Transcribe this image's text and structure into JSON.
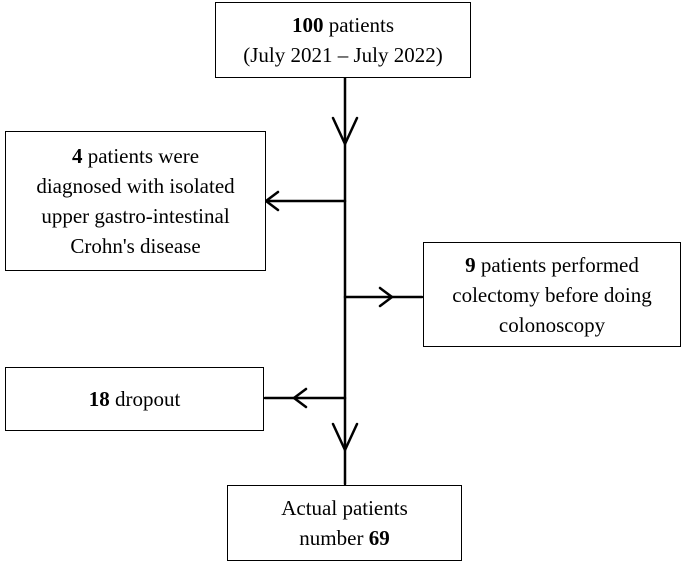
{
  "colors": {
    "stroke": "#000000",
    "background": "#ffffff"
  },
  "boxes": {
    "start": {
      "count": "100",
      "text_after_count": " patients",
      "line2": "(July 2021 – July 2022)"
    },
    "upper_gi": {
      "count": "4",
      "text_after_count": " patients were",
      "line2": "diagnosed with isolated",
      "line3": "upper gastro-intestinal",
      "line4": "Crohn's disease"
    },
    "colectomy": {
      "count": "9",
      "text_after_count": " patients performed",
      "line2": "colectomy before doing",
      "line3": "colonoscopy"
    },
    "dropout": {
      "count": "18",
      "text_after_count": " dropout"
    },
    "final": {
      "line1": "Actual patients",
      "text_before_count": "number ",
      "count": "69"
    }
  }
}
